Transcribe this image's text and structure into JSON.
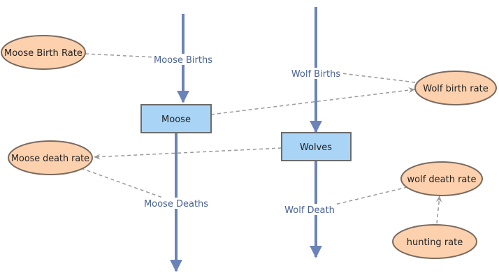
{
  "diagram": {
    "stocks": {
      "moose": "Moose",
      "wolves": "Wolves"
    },
    "flows": {
      "moose_births": "Moose Births",
      "moose_deaths": "Moose Deaths",
      "wolf_births": "Wolf Births",
      "wolf_death": "Wolf Death"
    },
    "rates": {
      "moose_birth_rate": "Moose Birth Rate",
      "moose_death_rate": "Moose death rate",
      "wolf_birth_rate": "Wolf birth rate",
      "wolf_death_rate": "wolf death rate",
      "hunting_rate": "hunting rate"
    },
    "colors": {
      "flow": "#6b84b8",
      "stock_fill": "#a9d4f5",
      "stock_stroke": "#6b6b6b",
      "rate_fill": "#fdd1ae",
      "rate_stroke": "#7a6a5e",
      "link": "#9a9a9a",
      "label": "#4a6394"
    }
  }
}
